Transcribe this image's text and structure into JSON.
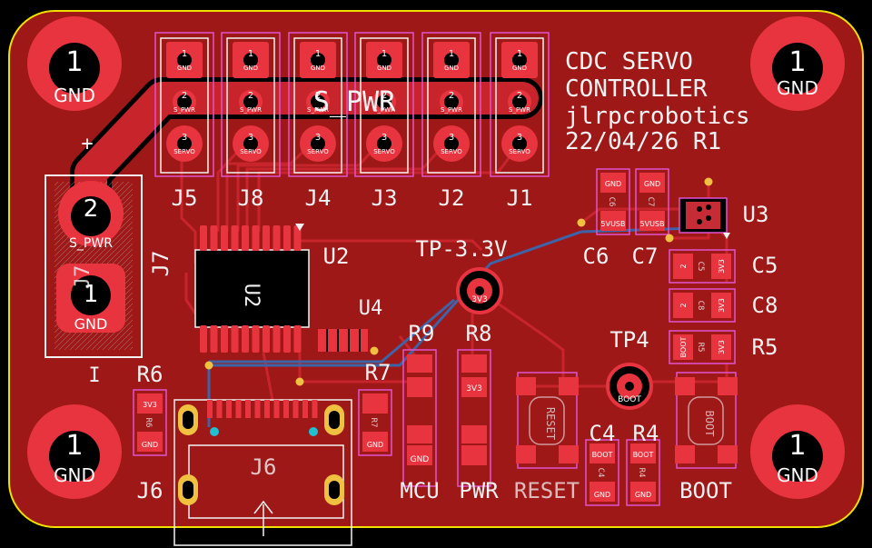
{
  "title_lines": [
    "CDC SERVO",
    "CONTROLLER",
    "jlrpcrobotics",
    "22/04/26 R1"
  ],
  "colors": {
    "background": "#000000",
    "copper": "#9e1818",
    "trace": "#c8242c",
    "pad": "#e8343f",
    "silk": "#f2f2f2",
    "bottom_trace": "#3e64a8",
    "courtyard": "#e052d0"
  },
  "mounting_holes": [
    {
      "num": "1",
      "net": "GND"
    },
    {
      "num": "1",
      "net": "GND"
    },
    {
      "num": "1",
      "net": "GND"
    },
    {
      "num": "1",
      "net": "GND"
    }
  ],
  "servo_headers": [
    {
      "ref": "J5",
      "pins": [
        "GND",
        "S_PWR",
        "SERVO"
      ]
    },
    {
      "ref": "J8",
      "pins": [
        "GND",
        "S_PWR",
        "SERVO"
      ]
    },
    {
      "ref": "J4",
      "pins": [
        "GND",
        "S_PWR",
        "SERVO"
      ]
    },
    {
      "ref": "J3",
      "pins": [
        "GND",
        "S_PWR",
        "SERVO"
      ]
    },
    {
      "ref": "J2",
      "pins": [
        "GND",
        "S_PWR",
        "SERVO"
      ]
    },
    {
      "ref": "J1",
      "pins": [
        "GND",
        "S_PWR",
        "SERVO"
      ]
    }
  ],
  "pin_numbers": [
    "1",
    "2",
    "3"
  ],
  "net_label": "S_PWR",
  "power_connector": {
    "ref": "J7",
    "ref_inside": "J7",
    "pin2_num": "2",
    "pin2_net": "S_PWR",
    "pin1_num": "1",
    "pin1_net": "GND",
    "marks": [
      "+",
      "I"
    ]
  },
  "labels": {
    "U2": "U2",
    "U2_fab": "U2",
    "U3": "U3",
    "U4": "U4",
    "TP33": "TP-3.3V",
    "TP33_net": "3V3",
    "TP4": "TP4",
    "TP4_net": "BOOT",
    "C5": "C5",
    "C6": "C6",
    "C7": "C7",
    "C8": "C8",
    "C4": "C4",
    "R4": "R4",
    "R5": "R5",
    "R6": "R6",
    "R7": "R7",
    "R8": "R8",
    "R9": "R9",
    "J6": "J6",
    "J6_fab": "J6",
    "MCU": "MCU",
    "PWR": "PWR",
    "RESET": "RESET",
    "BOOT": "BOOT",
    "sw_reset": "RESET",
    "sw_boot": "BOOT"
  },
  "cap_nets": {
    "C6": [
      "GND",
      "5VUSB"
    ],
    "C7": [
      "GND",
      "5VUSB"
    ],
    "C5": [
      "2",
      "3V3"
    ],
    "C8": [
      "2",
      "3V3"
    ],
    "R5": [
      "BOOT",
      "3V3"
    ],
    "C4": [
      "BOOT",
      "GND"
    ],
    "R4": [
      "BOOT",
      "GND"
    ],
    "R6": [
      "3V3",
      "GND"
    ],
    "R7": [
      "",
      "GND"
    ],
    "R8": [
      "3V3",
      ""
    ],
    "R9": [
      "",
      "GND"
    ]
  },
  "small_nums": [
    "1",
    "2"
  ]
}
